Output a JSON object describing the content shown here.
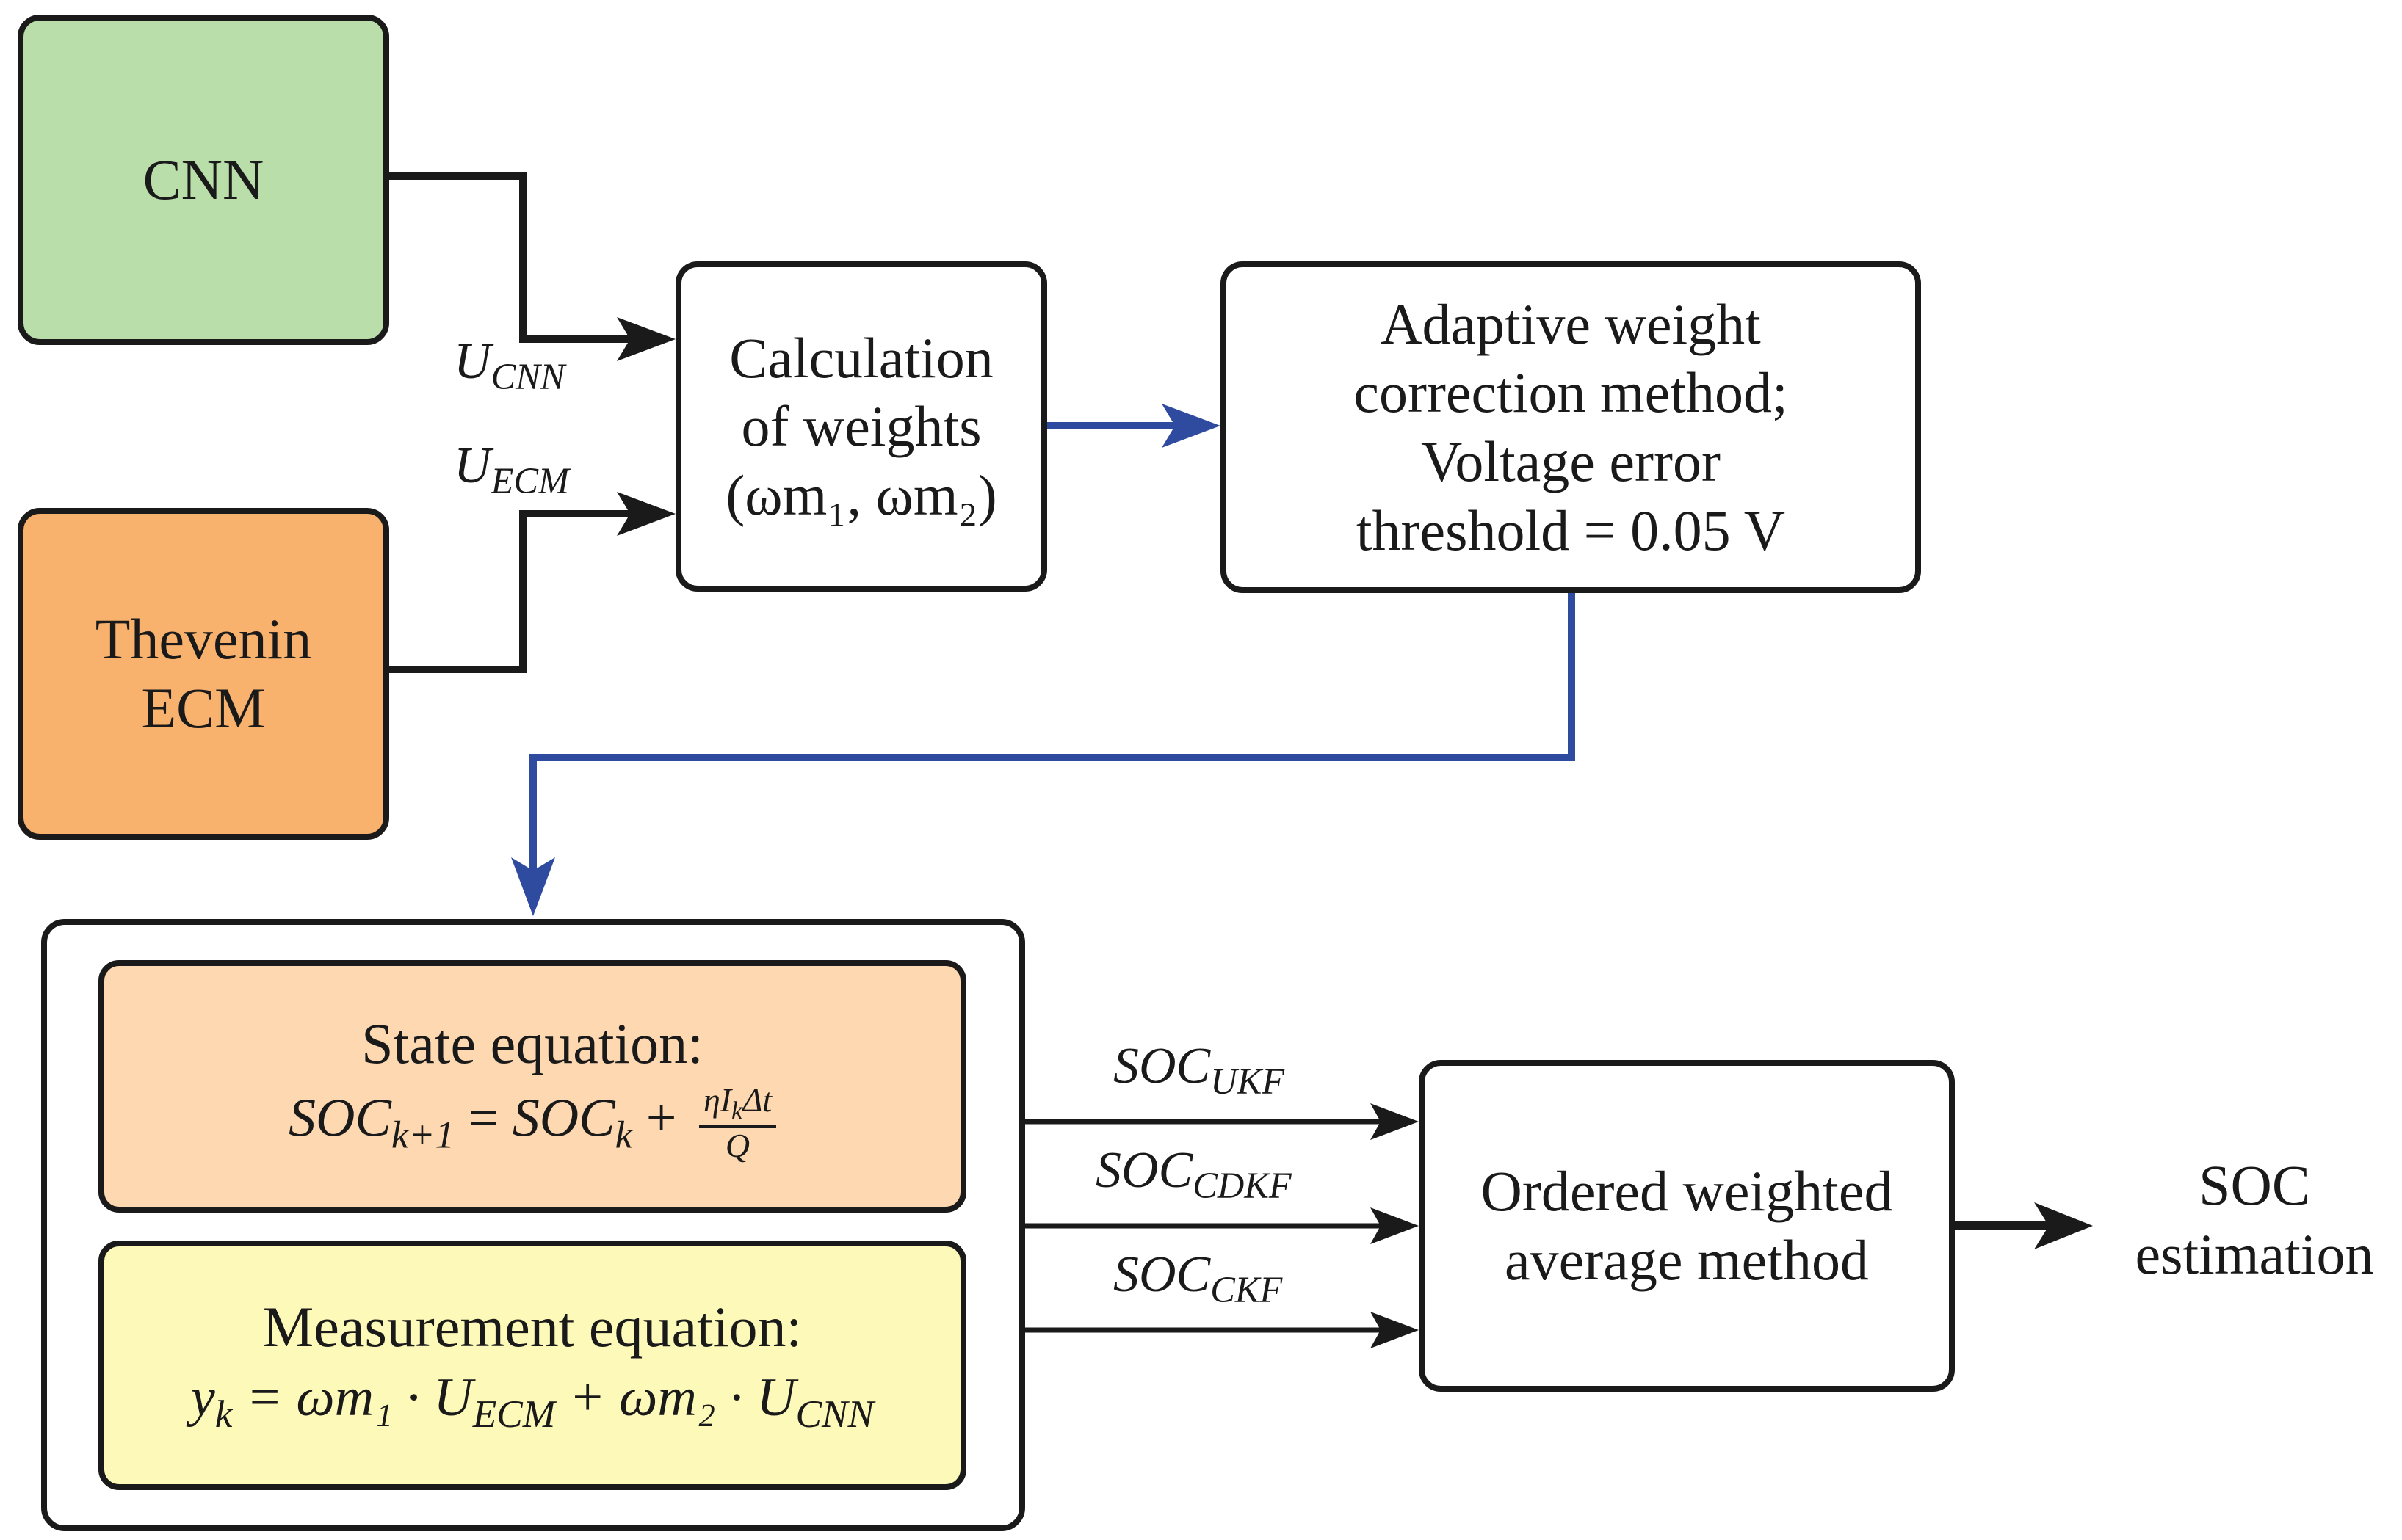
{
  "nodes": {
    "cnn": {
      "label": "CNN",
      "fill": "#b9deaa"
    },
    "thevenin": {
      "line1": "Thevenin",
      "line2": "ECM",
      "fill": "#f8b26d"
    },
    "weights": {
      "line1": "Calculation",
      "line2": "of weights",
      "line3": "(ωm₁, ωm₂)"
    },
    "adaptive": {
      "line1": "Adaptive weight",
      "line2": "correction method;",
      "line3": "Voltage error",
      "line4": "threshold = 0.05 V"
    },
    "state_eq": {
      "title": "State equation:",
      "lhs": "SOC",
      "lhs_sub": "k+1",
      "eq": " = ",
      "rhs": "SOC",
      "rhs_sub": "k",
      "plus": " + ",
      "frac_num": "ηI",
      "frac_num_sub": "k",
      "frac_num_tail": "Δt",
      "frac_den": "Q",
      "fill": "#fdd8b1"
    },
    "meas_eq": {
      "title": "Measurement equation:",
      "formula_a": "y",
      "formula_a_sub": "k",
      "formula_b": " = ωm₁ · U",
      "formula_b_sub": "ECM",
      "formula_c": " + ωm₂ · U",
      "formula_c_sub": "CNN",
      "fill": "#fdf9b9"
    },
    "owa": {
      "line1": "Ordered weighted",
      "line2": "average method"
    },
    "output": {
      "line1": "SOC",
      "line2": "estimation"
    }
  },
  "edge_labels": {
    "u_cnn": {
      "main": "U",
      "sub": "CNN"
    },
    "u_ecm": {
      "main": "U",
      "sub": "ECM"
    },
    "soc_ukf": {
      "main": "SOC",
      "sub": "UKF"
    },
    "soc_cdkf": {
      "main": "SOC",
      "sub": "CDKF"
    },
    "soc_ckf": {
      "main": "SOC",
      "sub": "CKF"
    }
  },
  "colors": {
    "black_arrow": "#1a1a1a",
    "blue_arrow": "#2f4ba0"
  }
}
